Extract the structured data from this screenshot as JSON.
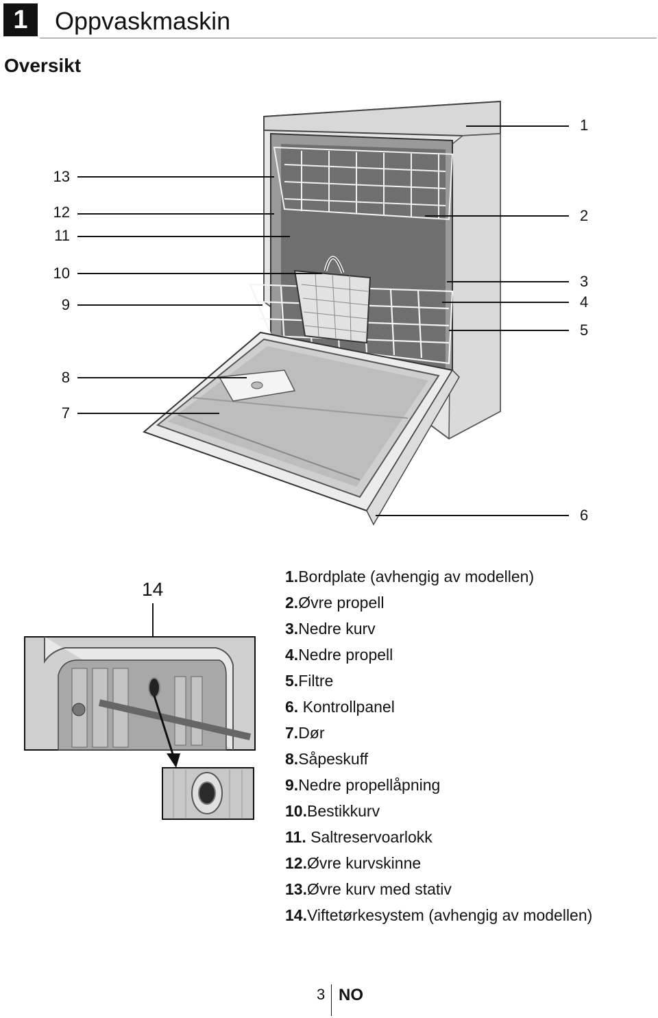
{
  "header": {
    "chapter_number": "1",
    "chapter_title": "Oppvaskmaskin",
    "section_title": "Oversikt"
  },
  "callouts": {
    "n1": "1",
    "n2": "2",
    "n3": "3",
    "n4": "4",
    "n5": "5",
    "n6": "6",
    "n7": "7",
    "n8": "8",
    "n9": "9",
    "n10": "10",
    "n11": "11",
    "n12": "12",
    "n13": "13",
    "n14": "14"
  },
  "legend": [
    {
      "num": "1.",
      "text": "Bordplate (avhengig av modellen)"
    },
    {
      "num": "2.",
      "text": "Øvre propell"
    },
    {
      "num": "3.",
      "text": "Nedre kurv"
    },
    {
      "num": "4.",
      "text": "Nedre propell"
    },
    {
      "num": "5.",
      "text": "Filtre"
    },
    {
      "num": "6.",
      "text": " Kontrollpanel"
    },
    {
      "num": "7.",
      "text": "Dør"
    },
    {
      "num": "8.",
      "text": "Såpeskuff"
    },
    {
      "num": "9.",
      "text": "Nedre propellåpning"
    },
    {
      "num": "10.",
      "text": "Bestikkurv"
    },
    {
      "num": "11.",
      "text": " Saltreservoarlokk"
    },
    {
      "num": "12.",
      "text": "Øvre kurvskinne"
    },
    {
      "num": "13.",
      "text": "Øvre kurv med stativ"
    },
    {
      "num": "14.",
      "text": "Viftetørkesystem (avhengig av modellen)"
    }
  ],
  "footer": {
    "page_number": "3",
    "language": "NO"
  }
}
